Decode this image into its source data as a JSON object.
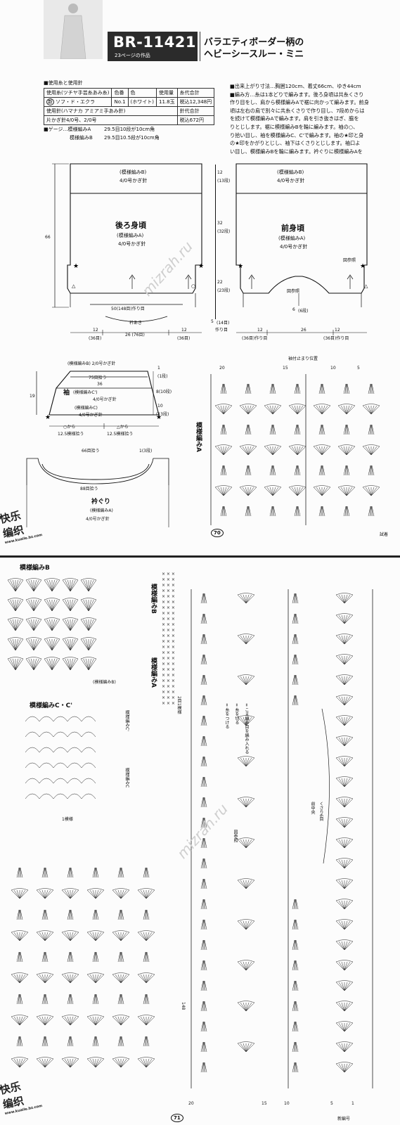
{
  "header": {
    "code": "BR-11421",
    "source": "23ページの作品",
    "title_line1": "バラエティボーダー柄の",
    "title_line2": "ヘビーシースルー・ミニ"
  },
  "materials": {
    "heading": "■使用糸と使用針",
    "columns": [
      "使用糸(ツチヤ手芸糸あみ糸)",
      "色番",
      "色",
      "使用量",
      "糸代合計"
    ],
    "row1": [
      "ソフ・ド・エクラ",
      "No.1",
      "(ホワイト)",
      "11.8玉",
      "税込12,348円"
    ],
    "row2_label": "使用針(ハマナカ アミアミ手あみ針)",
    "row2_right": "針代合計",
    "row3_label": "片かぎ針4/0号、2/0号",
    "row3_right": "税込672円",
    "brand_tag": "新"
  },
  "gauge": {
    "label": "■ゲージ…模様編みA",
    "a_value": "29.5目10段が10cm角",
    "b_label": "模様編みB",
    "b_value": "29.5目10.5段が10cm角"
  },
  "instructions": [
    "■出来上がり寸法…胸囲120cm、着丈66cm、ゆき44cm",
    "■編み方…糸は1本どりで編みます。後ろ身頃は共糸くさり",
    "作り目をし、肩から模様編みAで裾に向かって編みます。前身",
    "頃は左右の肩で別々に共糸くさりで作り目し、7段めからは",
    "を続けて模様編みAで編みます。肩を引き抜きはぎ、脇を",
    "りとじします。裾に模様編みBを輪に編みます。袖の○、",
    "り拾い目し、袖を模様編みC、C'で編みます。袖の★印と身",
    "の★印をかがりとじし、袖下はくさりとじします。袖口よ",
    "い目し、模様編みBを輪に編みます。衿ぐりに模様編みAを"
  ],
  "back_panel": {
    "top_section": "(模様編みB)",
    "top_hook": "4/0号かぎ針",
    "title": "後ろ身頃",
    "pattern": "(模様編みA)",
    "hook": "4/0号かぎ針",
    "height": "66",
    "chain": "50(148目)作り目",
    "neck": "衿あき",
    "w_left": "12",
    "w_left_st": "(36目)",
    "w_center": "26 (76目)",
    "w_right": "12",
    "w_right_st": "(36目)"
  },
  "right_dims": {
    "d1": "12",
    "d1b": "(13段)",
    "d2": "32",
    "d2b": "(32段)",
    "d3": "22",
    "d3b": "(23段)",
    "d4": "5",
    "d4b": "(14目)",
    "d4c": "作り目"
  },
  "front_panel": {
    "top_section": "(模様編みB)",
    "top_hook": "4/0号かぎ針",
    "title": "前身頃",
    "pattern": "(模様編みA)",
    "hook": "4/0号かぎ針",
    "ref": "図参照",
    "ref2": "図参照",
    "neck_cm": "6",
    "neck_rows": "(6段)",
    "w_left": "12",
    "w_left_st": "(36目)作り目",
    "w_center": "26",
    "w_right": "12",
    "w_right_st": "(36目)作り目"
  },
  "sleeve": {
    "top_pattern": "(模様編みB) 2/0号かぎ針",
    "top_st": "75目拾う",
    "width": "36",
    "title": "袖",
    "pattern_c_prime": "(模様編みC')",
    "hook1": "4/0号かぎ針",
    "pattern_c": "(模様編みC)",
    "hook2": "4/0号かぎ針",
    "height": "19",
    "d_top": "1",
    "d_top_rows": "(1段)",
    "d_mid": "8(10段)",
    "d_bot": "10",
    "d_bot_rows": "(13段)",
    "pick_left": "○から",
    "pick_left_st": "12.5模様拾う",
    "pick_right": "△から",
    "pick_right_st": "12.5模様拾う"
  },
  "neckline": {
    "top_pick": "66目拾う",
    "row": "1(3段)",
    "bottom_pick": "88目拾う",
    "title": "衿ぐり",
    "pattern": "(模様編みA)",
    "hook": "4/0号かぎ針"
  },
  "chart_top": {
    "label": "模様編みA",
    "header_marks": [
      "20",
      "15",
      "10",
      "5"
    ],
    "side_label": "袖付止まり位置"
  },
  "bottom_page": {
    "label_b": "模様編みB",
    "label_cc": "模様編みC・C'",
    "label_c_prime": "模様編みC'",
    "label_c": "模様編みC",
    "label_b2": "模様編みB",
    "label_a2": "模様編みA",
    "tag_b_repeat": "(模様編みB)",
    "one_pattern": "1模様",
    "two_rows": "2目1模様",
    "legend1": "= 糸をつける",
    "legend2": "= 糸を切る",
    "legend3": "= こま編み目を編み入れる",
    "center_label": "図参照",
    "front_center": "前中央",
    "front_center_st": "くさり6目",
    "row_marks": [
      "10",
      "5",
      "15",
      "20",
      "13",
      "2",
      "1"
    ],
    "bottom_marks": [
      "20",
      "15",
      "10",
      "5",
      "1"
    ],
    "row148": "148"
  },
  "page_numbers": {
    "top": "70",
    "bottom": "71",
    "corner_top": "試着",
    "corner_bottom": "新編号"
  },
  "watermark": "mizrah.ru",
  "logo": {
    "line1": "快乐",
    "line2": "编织",
    "url": "www.kuaile.bz.com"
  }
}
